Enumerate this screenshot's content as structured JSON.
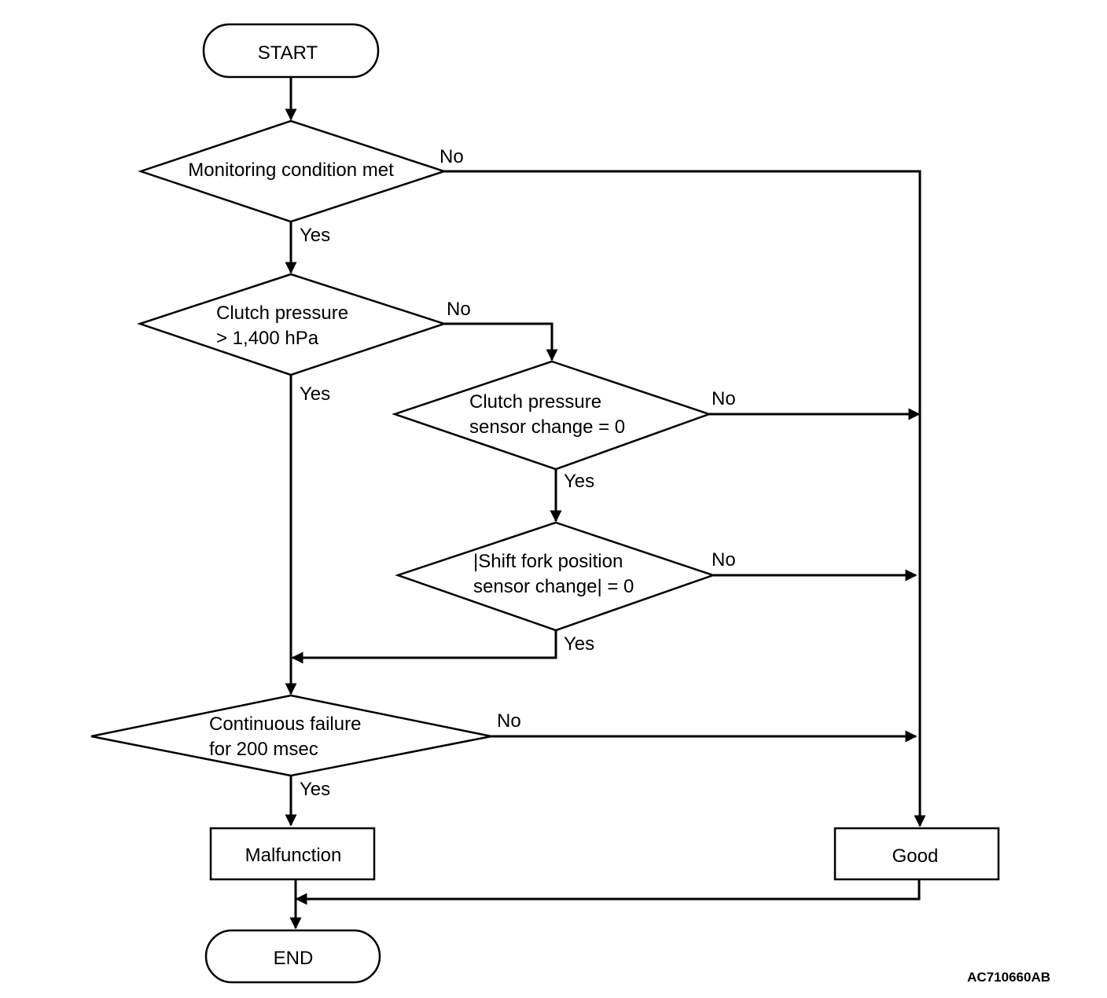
{
  "nodes": {
    "start": "START",
    "monitoring": "Monitoring condition met",
    "clutch_pressure": [
      "Clutch pressure",
      "> 1,400 hPa"
    ],
    "clutch_sensor": [
      "Clutch pressure",
      "sensor change = 0"
    ],
    "shift_fork": [
      "|Shift fork position",
      "sensor change| = 0"
    ],
    "continuous": [
      "Continuous failure",
      "for 200 msec"
    ],
    "malfunction": "Malfunction",
    "good": "Good",
    "end": "END"
  },
  "edges": {
    "yes": "Yes",
    "no": "No"
  },
  "figure_code": "AC710660AB"
}
